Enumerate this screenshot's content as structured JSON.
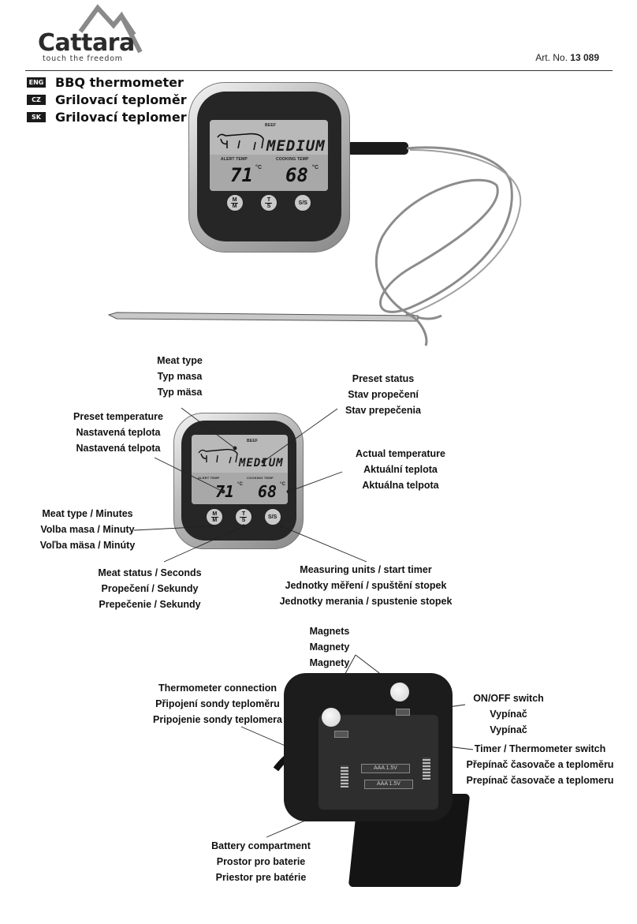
{
  "header": {
    "brand": "Cattara",
    "tagline": "touch the freedom",
    "art_prefix": "Art. No.",
    "art_number": "13 089"
  },
  "titles": [
    {
      "lang": "ENG",
      "text": "BBQ thermometer"
    },
    {
      "lang": "CZ",
      "text": "Grilovací teploměr"
    },
    {
      "lang": "SK",
      "text": "Grilovací teplomer"
    }
  ],
  "display": {
    "meat": "BEEF",
    "status": "MEDIUM",
    "alert_label": "ALERT TEMP",
    "cooking_label": "COOKING TEMP",
    "alert_value": "71",
    "cooking_value": "68",
    "unit": "°C",
    "buttons": [
      {
        "top": "M",
        "bottom": "M"
      },
      {
        "top": "T",
        "bottom": "S"
      },
      {
        "top": "S/S",
        "bottom": ""
      }
    ]
  },
  "callouts": {
    "meat_type": [
      "Meat type",
      "Typ masa",
      "Typ mäsa"
    ],
    "preset_status": [
      "Preset status",
      "Stav propečení",
      "Stav prepečenia"
    ],
    "preset_temperature": [
      "Preset temperature",
      "Nastavená teplota",
      "Nastavená telpota"
    ],
    "actual_temperature": [
      "Actual temperature",
      "Aktuální teplota",
      "Aktuálna telpota"
    ],
    "meat_type_minutes": [
      "Meat type / Minutes",
      "Volba masa / Minuty",
      "Voľba mäsa / Minúty"
    ],
    "meat_status_seconds": [
      "Meat status / Seconds",
      "Propečení / Sekundy",
      "Prepečenie / Sekundy"
    ],
    "measuring_units": [
      "Measuring units / start timer",
      "Jednotky měření / spuštění stopek",
      "Jednotky merania / spustenie stopek"
    ],
    "magnets": [
      "Magnets",
      "Magnety",
      "Magnety"
    ],
    "thermometer_connection": [
      "Thermometer connection",
      "Připojení sondy teploměru",
      "Pripojenie sondy teplomera"
    ],
    "on_off_switch": [
      "ON/OFF switch",
      "Vypínač",
      "Vypínač"
    ],
    "timer_switch": [
      "Timer / Thermometer switch",
      "Přepínač časovače a teploměru",
      "Prepínač časovače a teplomeru"
    ],
    "battery_compartment": [
      "Battery compartment",
      "Prostor pro baterie",
      "Priestor pre batérie"
    ]
  },
  "back": {
    "battery_label": "AAA 1.5V"
  },
  "colors": {
    "lcd": "#b9b9b9",
    "body_dark": "#262626",
    "frame": "#9a9a9a"
  }
}
